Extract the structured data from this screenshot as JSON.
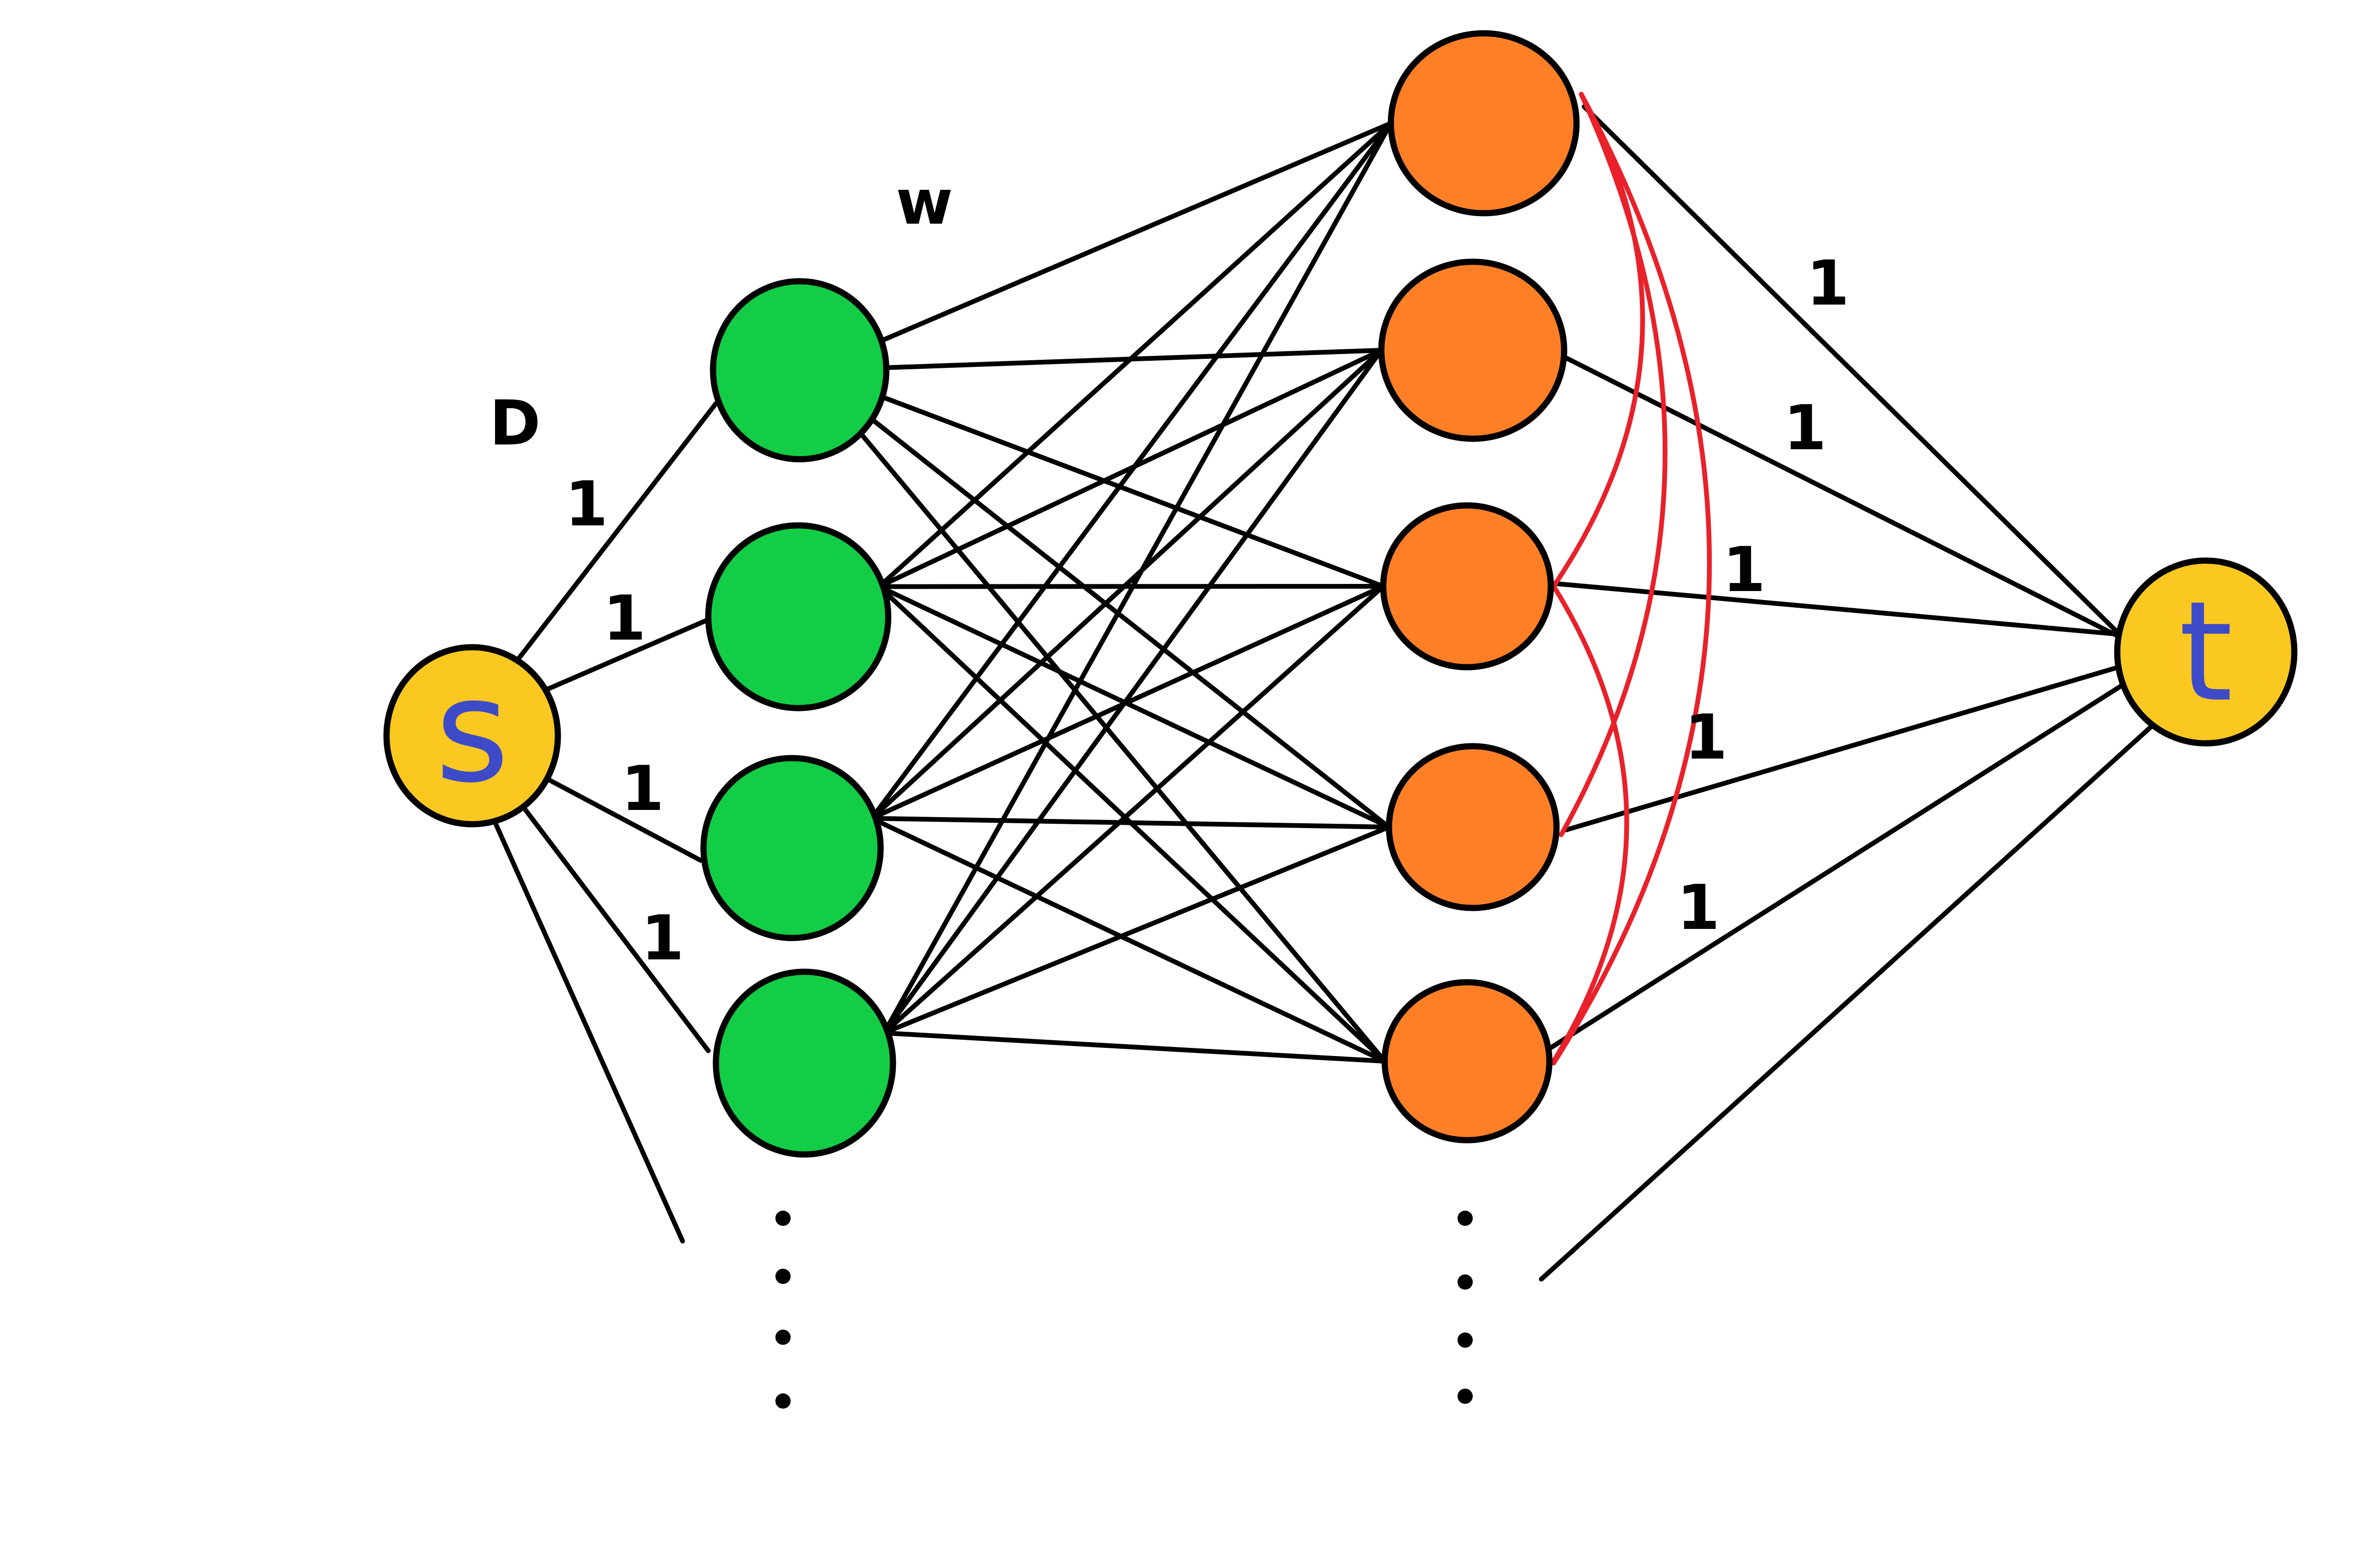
{
  "colors": {
    "source_sink_fill": "#fac820",
    "left_nodes_fill": "#12cd45",
    "right_nodes_fill": "#ff7f27",
    "node_label": "#3d4bc9",
    "edge": "#000000",
    "red_edges": "#e8212a"
  },
  "source": {
    "label": "s"
  },
  "sink": {
    "label": "t"
  },
  "labels": {
    "d": "D",
    "w": "w"
  },
  "source_edges": [
    "1",
    "1",
    "1",
    "1"
  ],
  "sink_edges": [
    "1",
    "1",
    "1",
    "1",
    "1"
  ]
}
